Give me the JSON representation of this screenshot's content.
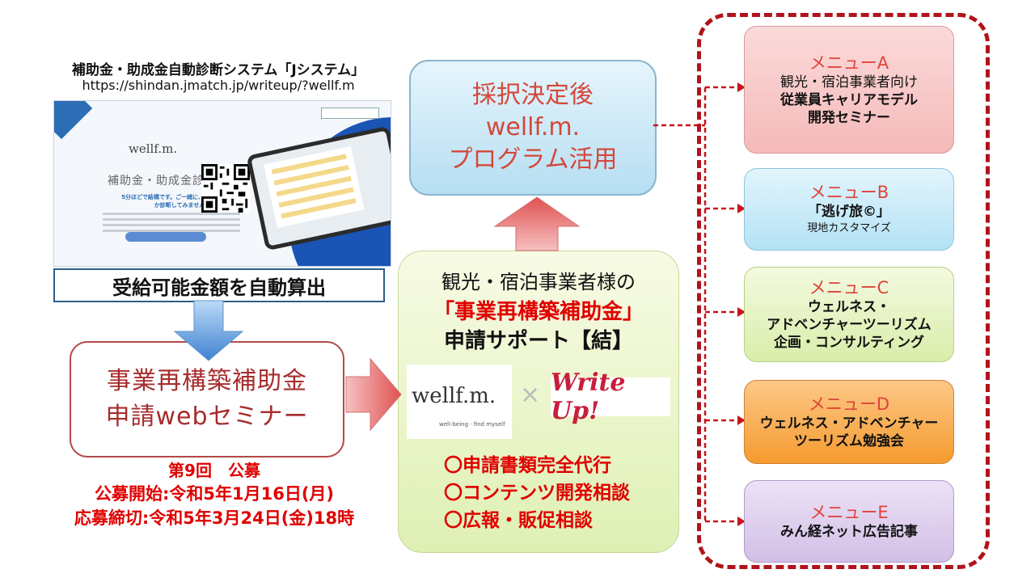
{
  "jsystem": {
    "title": "補助金・助成金自動診断システム「Jシステム」",
    "url": "https://shindan.jmatch.jp/writeup/?wellf.m"
  },
  "screenshot": {
    "logo": "wellf.m.",
    "heading": "補助金・助成金診断",
    "tagline": "5分ほどで結構です。ご一緒に、いくら受給できるか診断してみませんか。"
  },
  "calc_caption": "受給可能金額を自動算出",
  "seminar": {
    "line1": "事業再構築補助金",
    "line2": "申請webセミナー"
  },
  "dates": {
    "round": "第9回　公募",
    "start": "公募開始:令和5年1月16日(月)",
    "deadline": "応募締切:令和5年3月24日(金)18時"
  },
  "support": {
    "line1": "観光・宿泊事業者様の",
    "line2": "「事業再構築補助金」",
    "line3": "申請サポート【結】",
    "logo_wellfm": "wellf.m.",
    "logo_wellfm_sub": "well-being · find myself",
    "times": "×",
    "logo_writeup": "Write Up!",
    "bullets": [
      "〇申請書類完全代行",
      "〇コンテンツ開発相談",
      "〇広報・販促相談"
    ]
  },
  "program": {
    "line1": "採択決定後",
    "line2": "wellf.m.",
    "line3": "プログラム活用"
  },
  "menus": {
    "a": {
      "title": "メニューA",
      "lines": [
        "観光・宿泊事業者向け",
        "従業員キャリアモデル",
        "開発セミナー"
      ]
    },
    "b": {
      "title": "メニューB",
      "line1": "「逃げ旅©」",
      "line2": "現地カスタマイズ"
    },
    "c": {
      "title": "メニューC",
      "lines": [
        "ウェルネス・",
        "アドベンチャーツーリズム",
        "企画・コンサルティング"
      ]
    },
    "d": {
      "title": "メニューD",
      "lines": [
        "ウェルネス・アドベンチャー",
        "ツーリズム勉強会"
      ]
    },
    "e": {
      "title": "メニューE",
      "line1": "みん経ネット広告記事"
    }
  },
  "colors": {
    "accent_red": "#e00000",
    "frame_red": "#b0141a",
    "arrow_blue": "#4e8fd4",
    "arrow_red": "#e06464"
  }
}
